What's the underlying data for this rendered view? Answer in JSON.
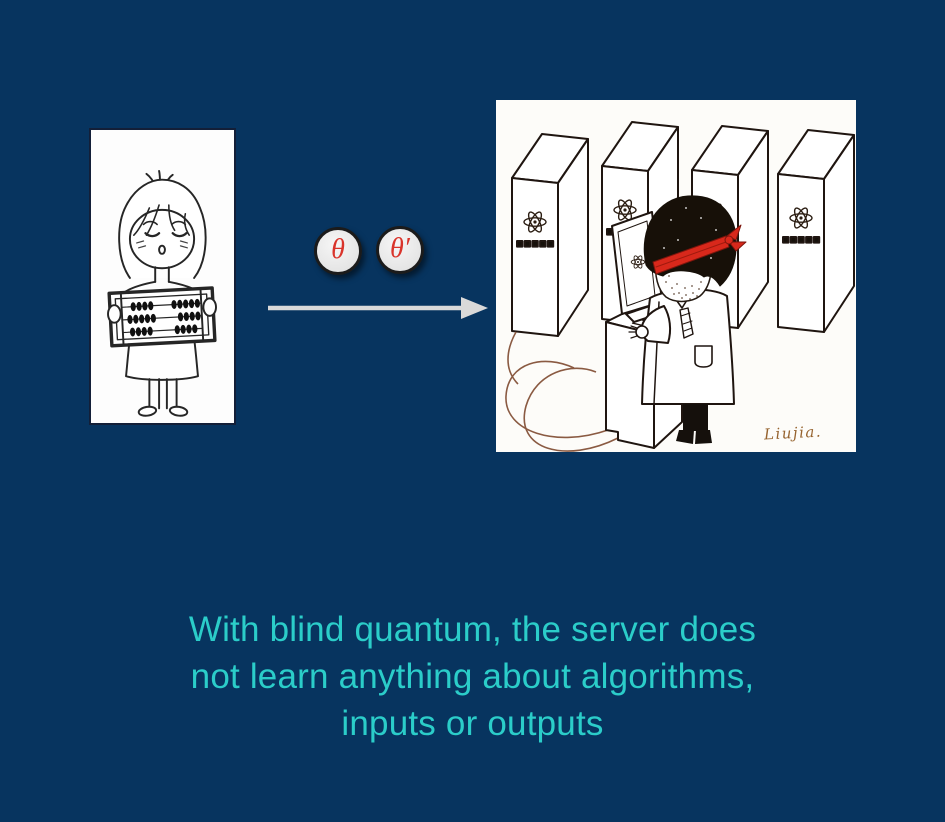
{
  "slide": {
    "background_color": "#07345F",
    "parameters": {
      "first": "θ",
      "second": "θ′"
    },
    "caption": {
      "text": "With blind quantum, the server does not learn anything about algorithms, inputs or outputs",
      "lines": [
        "With blind quantum, the server does",
        "not learn anything about algorithms,",
        "inputs or outputs"
      ],
      "color": "#2BCDC9"
    },
    "left_illustration": {
      "description": "client holding abacus"
    },
    "right_illustration": {
      "description": "blindfolded operator at console among quantum computer towers",
      "signature": "Liujia."
    },
    "colors": {
      "background": "#07345F",
      "caption_text": "#2BCDC9",
      "theta_red": "#D9342B",
      "token_fill": "#EAEAEA",
      "token_border": "#1B1B1B",
      "arrow_gray": "#D9D9D9",
      "blindfold_red": "#D8281B",
      "illustration_ink": "#1F1510"
    }
  }
}
